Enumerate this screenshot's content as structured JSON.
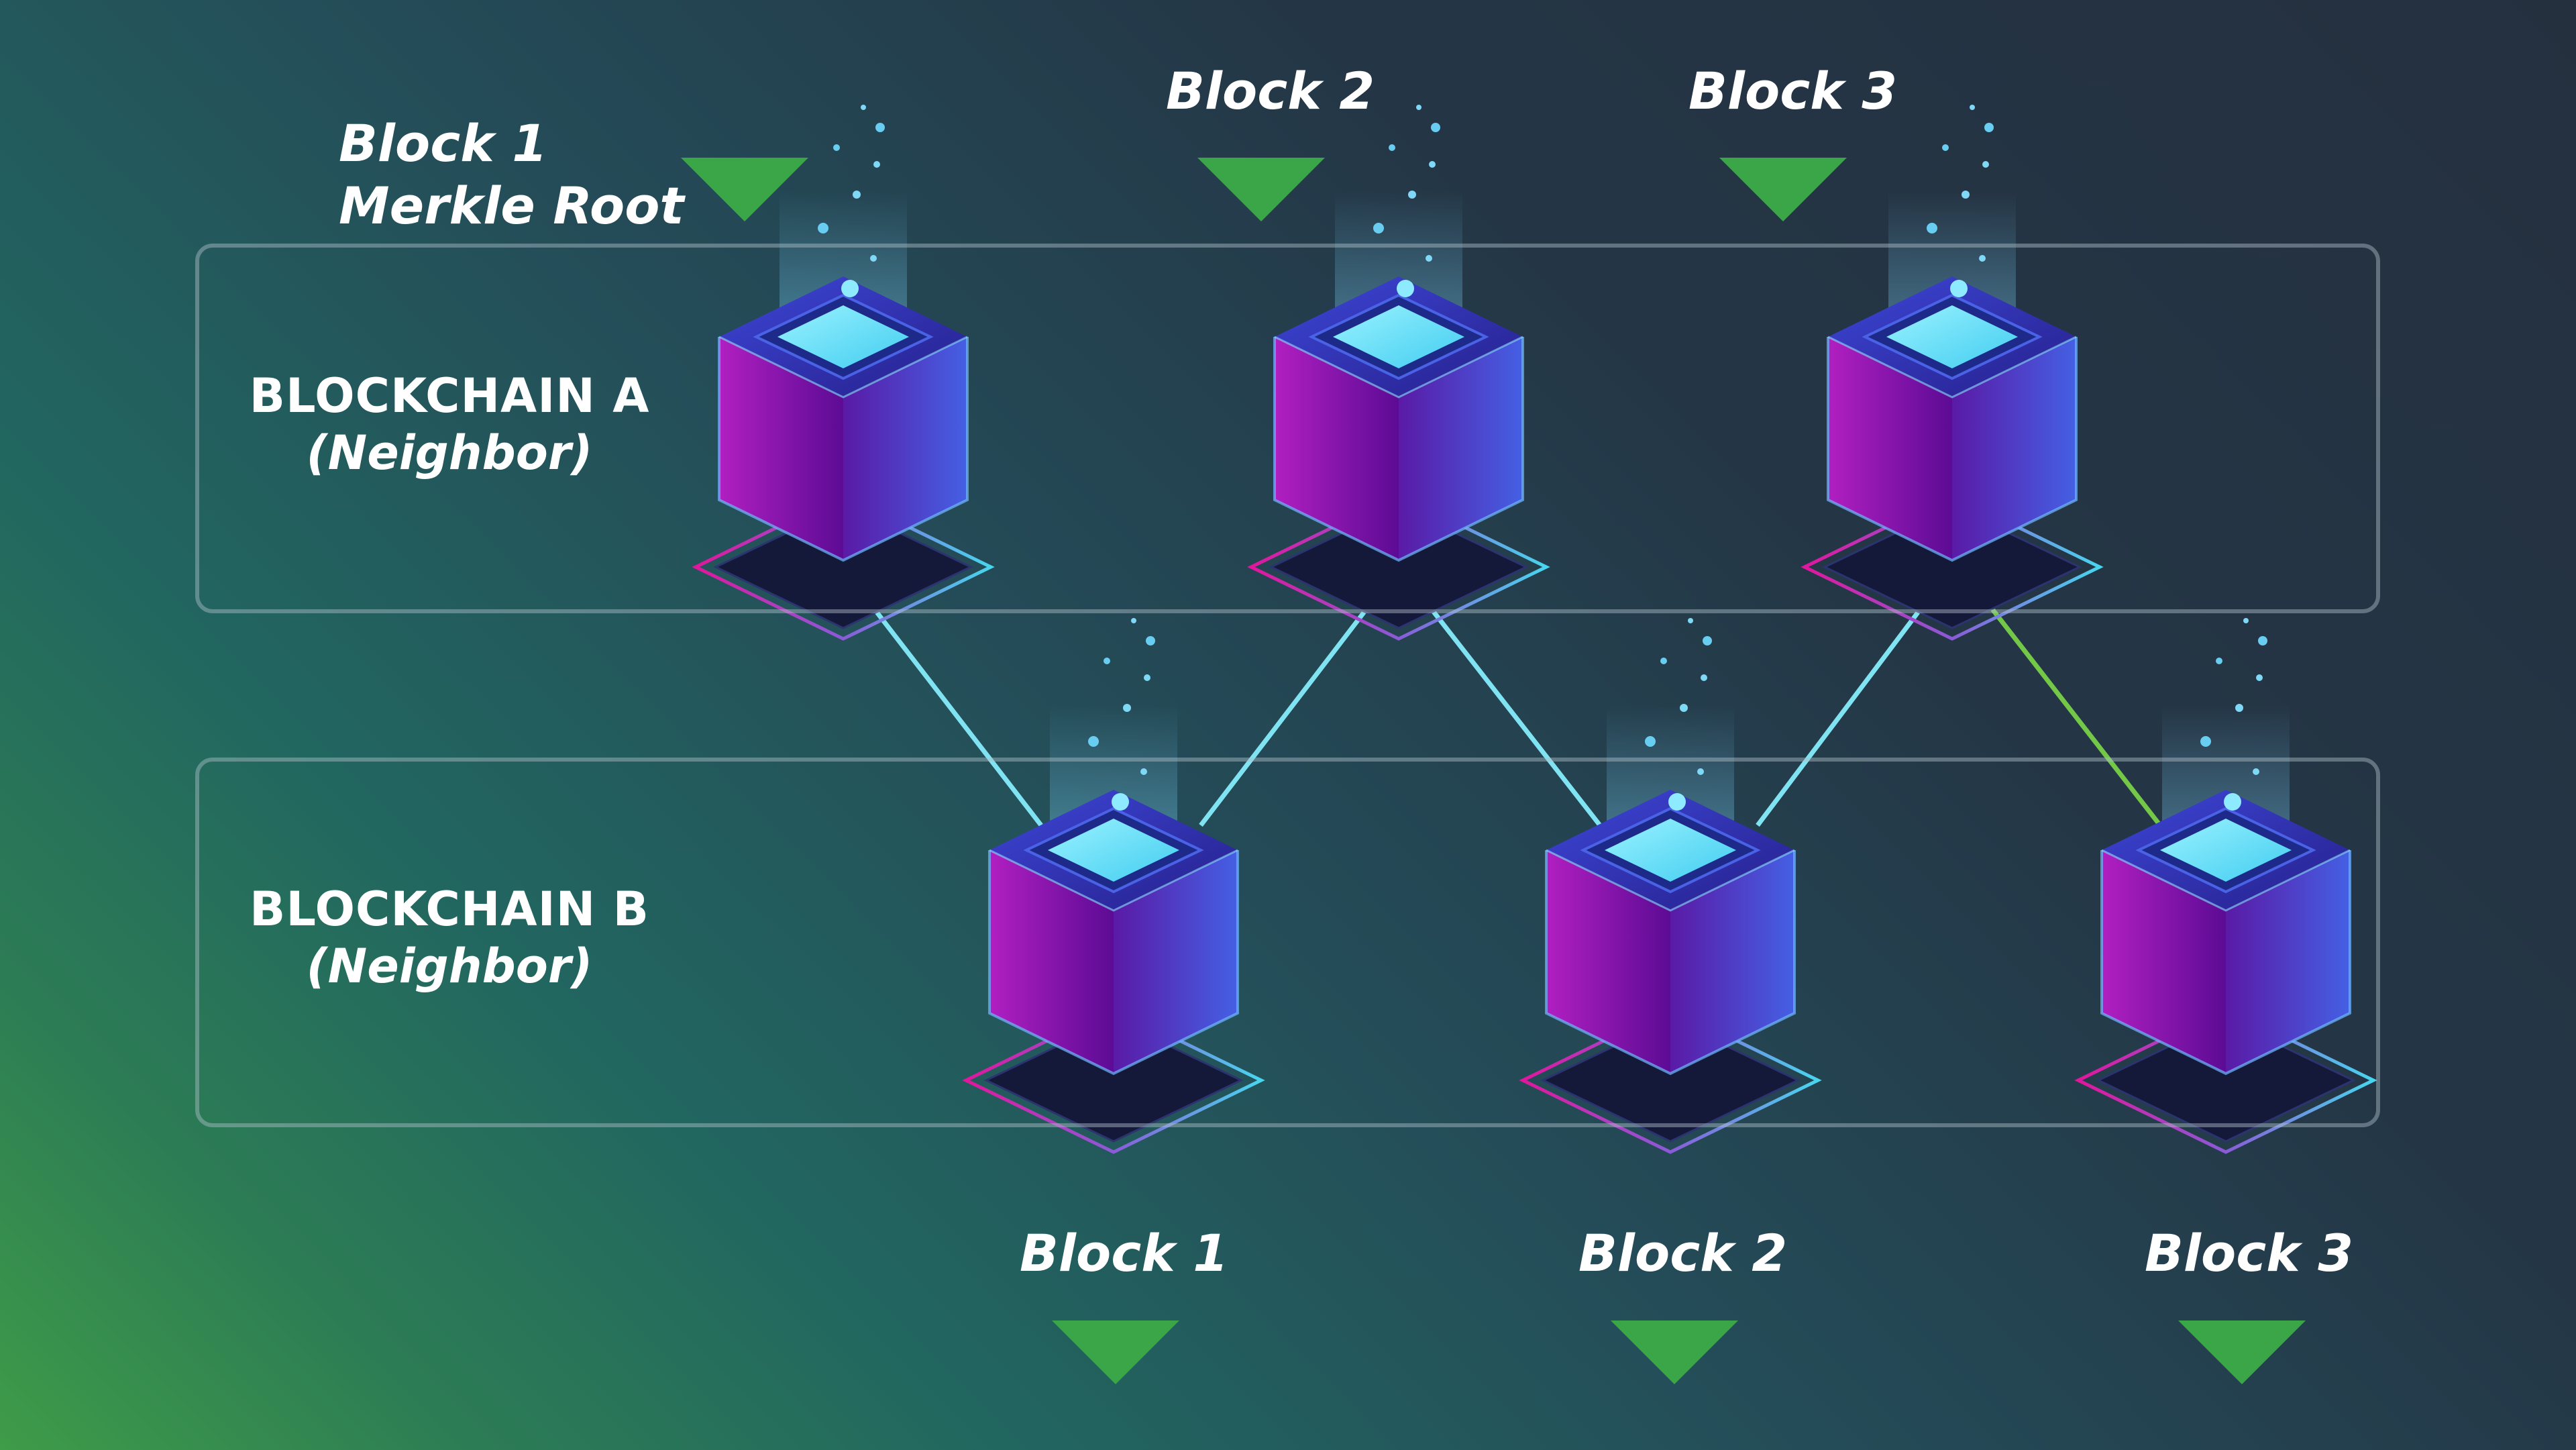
{
  "chains": [
    {
      "name": "BLOCKCHAIN A",
      "role": "(Neighbor)"
    },
    {
      "name": "BLOCKCHAIN B",
      "role": "(Neighbor)"
    }
  ],
  "top_labels": {
    "block1_line1": "Block 1",
    "block1_line2": "Merkle Root",
    "block2": "Block 2",
    "block3": "Block 3"
  },
  "bottom_labels": {
    "block1": "Block 1",
    "block2": "Block 2",
    "block3": "Block 3"
  },
  "colors": {
    "arrow": "#3aa647",
    "link": "#7fe3f2",
    "merkle_link": "#74c848",
    "cube_left": "#a416b6",
    "cube_right": "#4d5ae0",
    "cube_top": "#2b2f9c",
    "cube_core": "#5fe0f7"
  },
  "icons": [
    "arrow-down-icon",
    "cube-block-icon"
  ]
}
